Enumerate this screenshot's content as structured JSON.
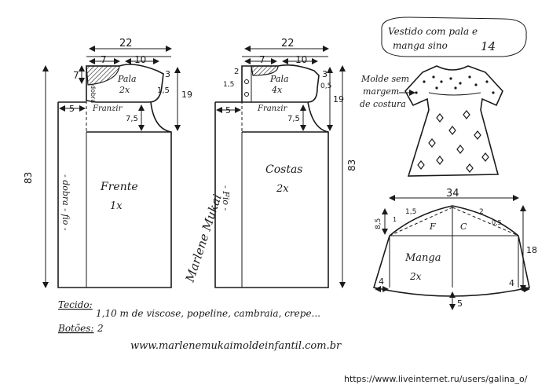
{
  "header": {
    "title_line1": "Vestido com pala e",
    "title_line2": "manga sino",
    "size": "14",
    "note_line1": "Molde sem",
    "note_line2": "margem",
    "note_line3": "de costura"
  },
  "front": {
    "pala_label": "Pala",
    "pala_qty": "2x",
    "gather_label": "Franzir",
    "fold_label": "dobra",
    "piece_label": "Frente",
    "piece_qty": "1x",
    "grain_label": "- dobra - fio -",
    "dim_width": "22",
    "dim_top_left": "7",
    "dim_top_right": "10",
    "dim_neck_drop": "7",
    "dim_shoulder": "3",
    "dim_arm": "1,5",
    "dim_side": "19",
    "dim_offset": "5",
    "dim_arm_depth": "7,5",
    "dim_total": "83"
  },
  "back": {
    "pala_label": "Pala",
    "pala_qty": "4x",
    "gather_label": "Franzir",
    "piece_label": "Costas",
    "piece_qty": "2x",
    "grain_label": "- Fio -",
    "dim_width": "22",
    "dim_top_left": "7",
    "dim_top_right": "10",
    "dim_neck": "2",
    "dim_button": "1,5",
    "dim_shoulder": "3",
    "dim_arm": "0,5",
    "dim_side": "19",
    "dim_offset": "5",
    "dim_arm_depth": "7,5",
    "dim_total": "83"
  },
  "sleeve": {
    "front_label": "F",
    "back_label": "C",
    "piece_label": "Manga",
    "piece_qty": "2x",
    "dim_width": "34",
    "dim_cap": "8,5",
    "dim_left_curve": "1,5",
    "dim_right_curve": "2",
    "dim_right_small": "0,5",
    "dim_left_edge": "1",
    "dim_length": "18",
    "dim_flare_left": "4",
    "dim_flare_right": "4",
    "dim_hem": "5"
  },
  "footer": {
    "fabric_label": "Tecido:",
    "fabric_text": "1,10 m de viscose, popeline, cambraia, crepe...",
    "buttons_label": "Botões:",
    "buttons_value": "2",
    "site": "www.marlenemukaimoldeinfantil.com.br",
    "watermark": "https://www.liveinternet.ru/users/galina_o/",
    "signature": "Marlene Mukai"
  }
}
